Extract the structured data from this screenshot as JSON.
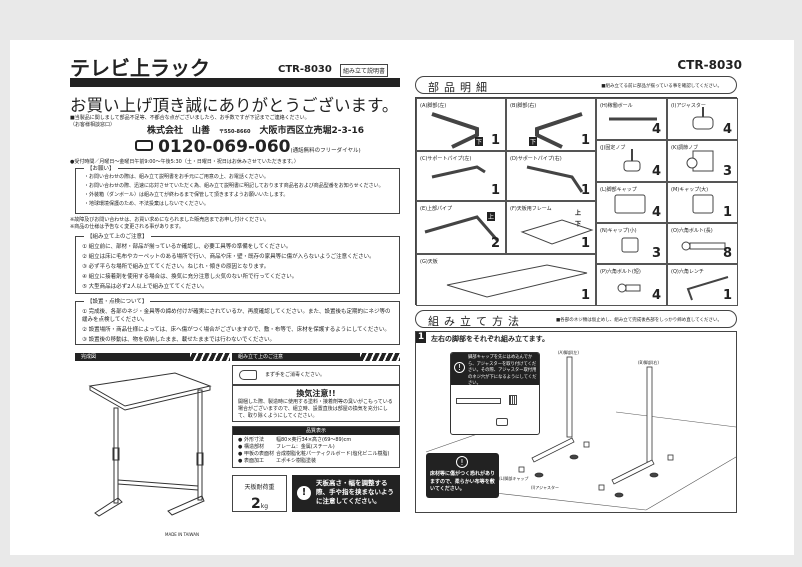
{
  "left": {
    "product_title": "テレビ上ラック",
    "model": "CTR-8030",
    "doc_type": "組み立て説明書",
    "greeting": "お買い上げ頂き誠にありがとうございます。",
    "notice": "■当製品に関しまして部品不足等、不都合な点がございましたら、お手数ですが下記までご連絡ください。",
    "contact_label": "（お客様相談窓口）",
    "company": "株式会社　山善",
    "postal": "〒550-8660",
    "address": "大阪市西区立売堀2-3-16",
    "phone": "0120-069-060",
    "phone_note": "(通話無料のフリーダイヤル)",
    "hours": "●受付時間／月曜日～金曜日午前9:00～午後5:30（土・日曜日・祝日はお休みさせていただきます。）",
    "request": {
      "title": "【お願い】",
      "items": [
        "・お問い合わせの際は、組み立て説明書をお手元にご用意の上、お電話ください。",
        "・お問い合わせの際、迅速に応対させていただく為、組み立て説明書に明記しております商品名および商品型番をお知らせください。",
        "・外装箱（ダンボール）は組み立てが終わるまで保管して頂きますようお願いいたします。",
        "・地球環境保護のため、不法投棄はしないでください。"
      ]
    },
    "notes": [
      "※故障及びお問い合わせは、お買い求めになられました販売店までお申し付けください。",
      "※商品の仕様は予告なく変更される事があります。"
    ],
    "assembly_caution": {
      "title": "【組み立て上のご注意】",
      "items": [
        "① 組立前に、部材・部品が揃っているか確認し、必要工具等の準備をしてください。",
        "② 組立は床に毛布やカーペットのある場所で行い、商品や床・壁・既存の家具等に傷が入らないようご注意ください。",
        "③ 必ず平らな場所で組み立ててください。ねじれ・傾きの原因となります。",
        "④ 組立に接着剤を使用する場合は、換気に充分注意し火気のない所で行ってください。",
        "⑤ 大型商品は必ず2人以上で組み立ててください。"
      ]
    },
    "install": {
      "title": "【設置・点検について】",
      "items": [
        "① 完成後、各部のネジ・金具等の締め付けが確実にされているか、再度確認してください。また、設置後も定期的にネジ等の緩みを点検してください。",
        "② 設置場所・商品仕様によっては、床へ傷がつく場合がございますので、敷・布等で、床材を保護するようにしてください。",
        "③ 設置後の移動は、物を収納したまま、載せたままでは行わないでください。"
      ]
    },
    "complete_label": "完成図",
    "made_in": "MADE IN TAIWAN",
    "caution_label": "組み立て上のご注意",
    "hand_note": "まず手をご消毒ください。",
    "vent": {
      "title": "換気注意!!",
      "text": "開梱した際、製造時に使用する塗料・接着剤等の臭いがこもっている場合がございますので、組立時、設置直後は部屋の換気を充分にして、取り除くようにしてください。"
    },
    "quality": {
      "title": "品質表示",
      "rows": [
        [
          "外形寸法",
          "幅80×奥行34×高さ(69～89)cm"
        ],
        [
          "構造部材",
          "フレーム：金属(スチール)"
        ],
        [
          "甲板の表面材",
          "合成樹脂化粧パーティクルボード(塩化ビニル樹脂)"
        ],
        [
          "表面加工",
          "エポキシ樹脂塗装"
        ]
      ]
    },
    "load": {
      "label": "天板耐荷重",
      "value": "2",
      "unit": "kg"
    },
    "warning": "天板高さ・幅を調整する際、手や指を挟まないように注意してください。"
  },
  "right": {
    "model": "CTR-8030",
    "parts_title": "部品明細",
    "parts_note": "■組み立てる前に部品が揃っている事を確認してください。",
    "parts": [
      {
        "label": "(A)脚部(左)",
        "qty": "1"
      },
      {
        "label": "(B)脚部(右)",
        "qty": "1"
      },
      {
        "label": "(C)サポートパイプ(左)",
        "qty": "1"
      },
      {
        "label": "(D)サポートパイプ(右)",
        "qty": "1"
      },
      {
        "label": "(E)上部パイプ",
        "qty": "2"
      },
      {
        "label": "(F)天板用フレーム",
        "qty": "1"
      },
      {
        "label": "(G)天板",
        "qty": "1"
      },
      {
        "label": "(H)稼働ボール",
        "qty": "4"
      },
      {
        "label": "(I)アジャスター",
        "qty": "4"
      },
      {
        "label": "(J)固定ノブ",
        "qty": "4"
      },
      {
        "label": "(K)調節ノブ",
        "qty": "3"
      },
      {
        "label": "(L)脚部キャップ",
        "qty": "4"
      },
      {
        "label": "(M)キャップ(大)",
        "qty": "1"
      },
      {
        "label": "(N)キャップ(小)",
        "qty": "3"
      },
      {
        "label": "(O)六角ボルト(長)",
        "qty": "8"
      },
      {
        "label": "(P)六角ボルト(短)",
        "qty": "4"
      },
      {
        "label": "(Q)六角レンチ",
        "qty": "1"
      }
    ],
    "f_marks": {
      "top": "上",
      "bottom": "下"
    },
    "e_mark": "上",
    "ab_mark": "下",
    "assembly_title": "組み立て方法",
    "assembly_note": "■各部のネジ類は仮止めし、組み立て完成後各部をしっかり締め直してください。",
    "step": {
      "number": "1",
      "title": "左右の脚部をそれぞれ組み立てます。",
      "callout": "脚部キャップを先にはめ込んでから、アジャスターを取り付けてください。その際、アジャスター取付用のネジ穴が下になるようにしてください。",
      "labels": {
        "a": "(A)脚部(左)",
        "b": "(B)脚部(右)",
        "l": "(L)脚部キャップ",
        "i": "(I)アジャスター"
      },
      "floor_warning": "床材等に傷がつく恐れがありますので、柔らかい布等を敷いてください。"
    }
  }
}
